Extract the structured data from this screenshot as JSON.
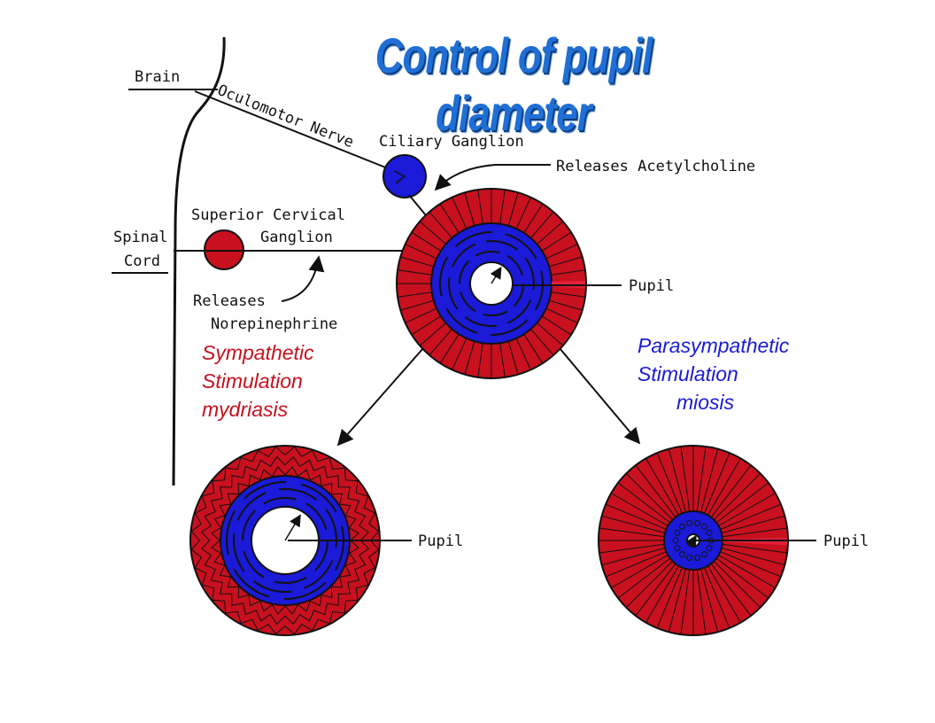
{
  "title": "Control of pupil diameter",
  "labels": {
    "brain": "Brain",
    "oculomotor_nerve": "Oculomotor Nerve",
    "ciliary_ganglion": "Ciliary Ganglion",
    "releases_acetylcholine": "Releases Acetylcholine",
    "superior_cervical": "Superior Cervical",
    "ganglion": "Ganglion",
    "spinal": "Spinal",
    "cord": "Cord",
    "releases": "Releases",
    "norepinephrine": "Norepinephrine",
    "pupil_top": "Pupil",
    "pupil_left": "Pupil",
    "pupil_right": "Pupil"
  },
  "captions": {
    "sympathetic": [
      "Sympathetic",
      "Stimulation",
      "mydriasis"
    ],
    "parasympathetic": [
      "Parasympathetic",
      "Stimulation",
      "miosis"
    ]
  },
  "colors": {
    "title": "#1f6fd6",
    "radial_muscle": "#c8101e",
    "sphincter_muscle": "#1a1ad8",
    "sympathetic_text": "#c8101e",
    "parasympathetic_text": "#1a1ad8",
    "outline": "#111111"
  }
}
